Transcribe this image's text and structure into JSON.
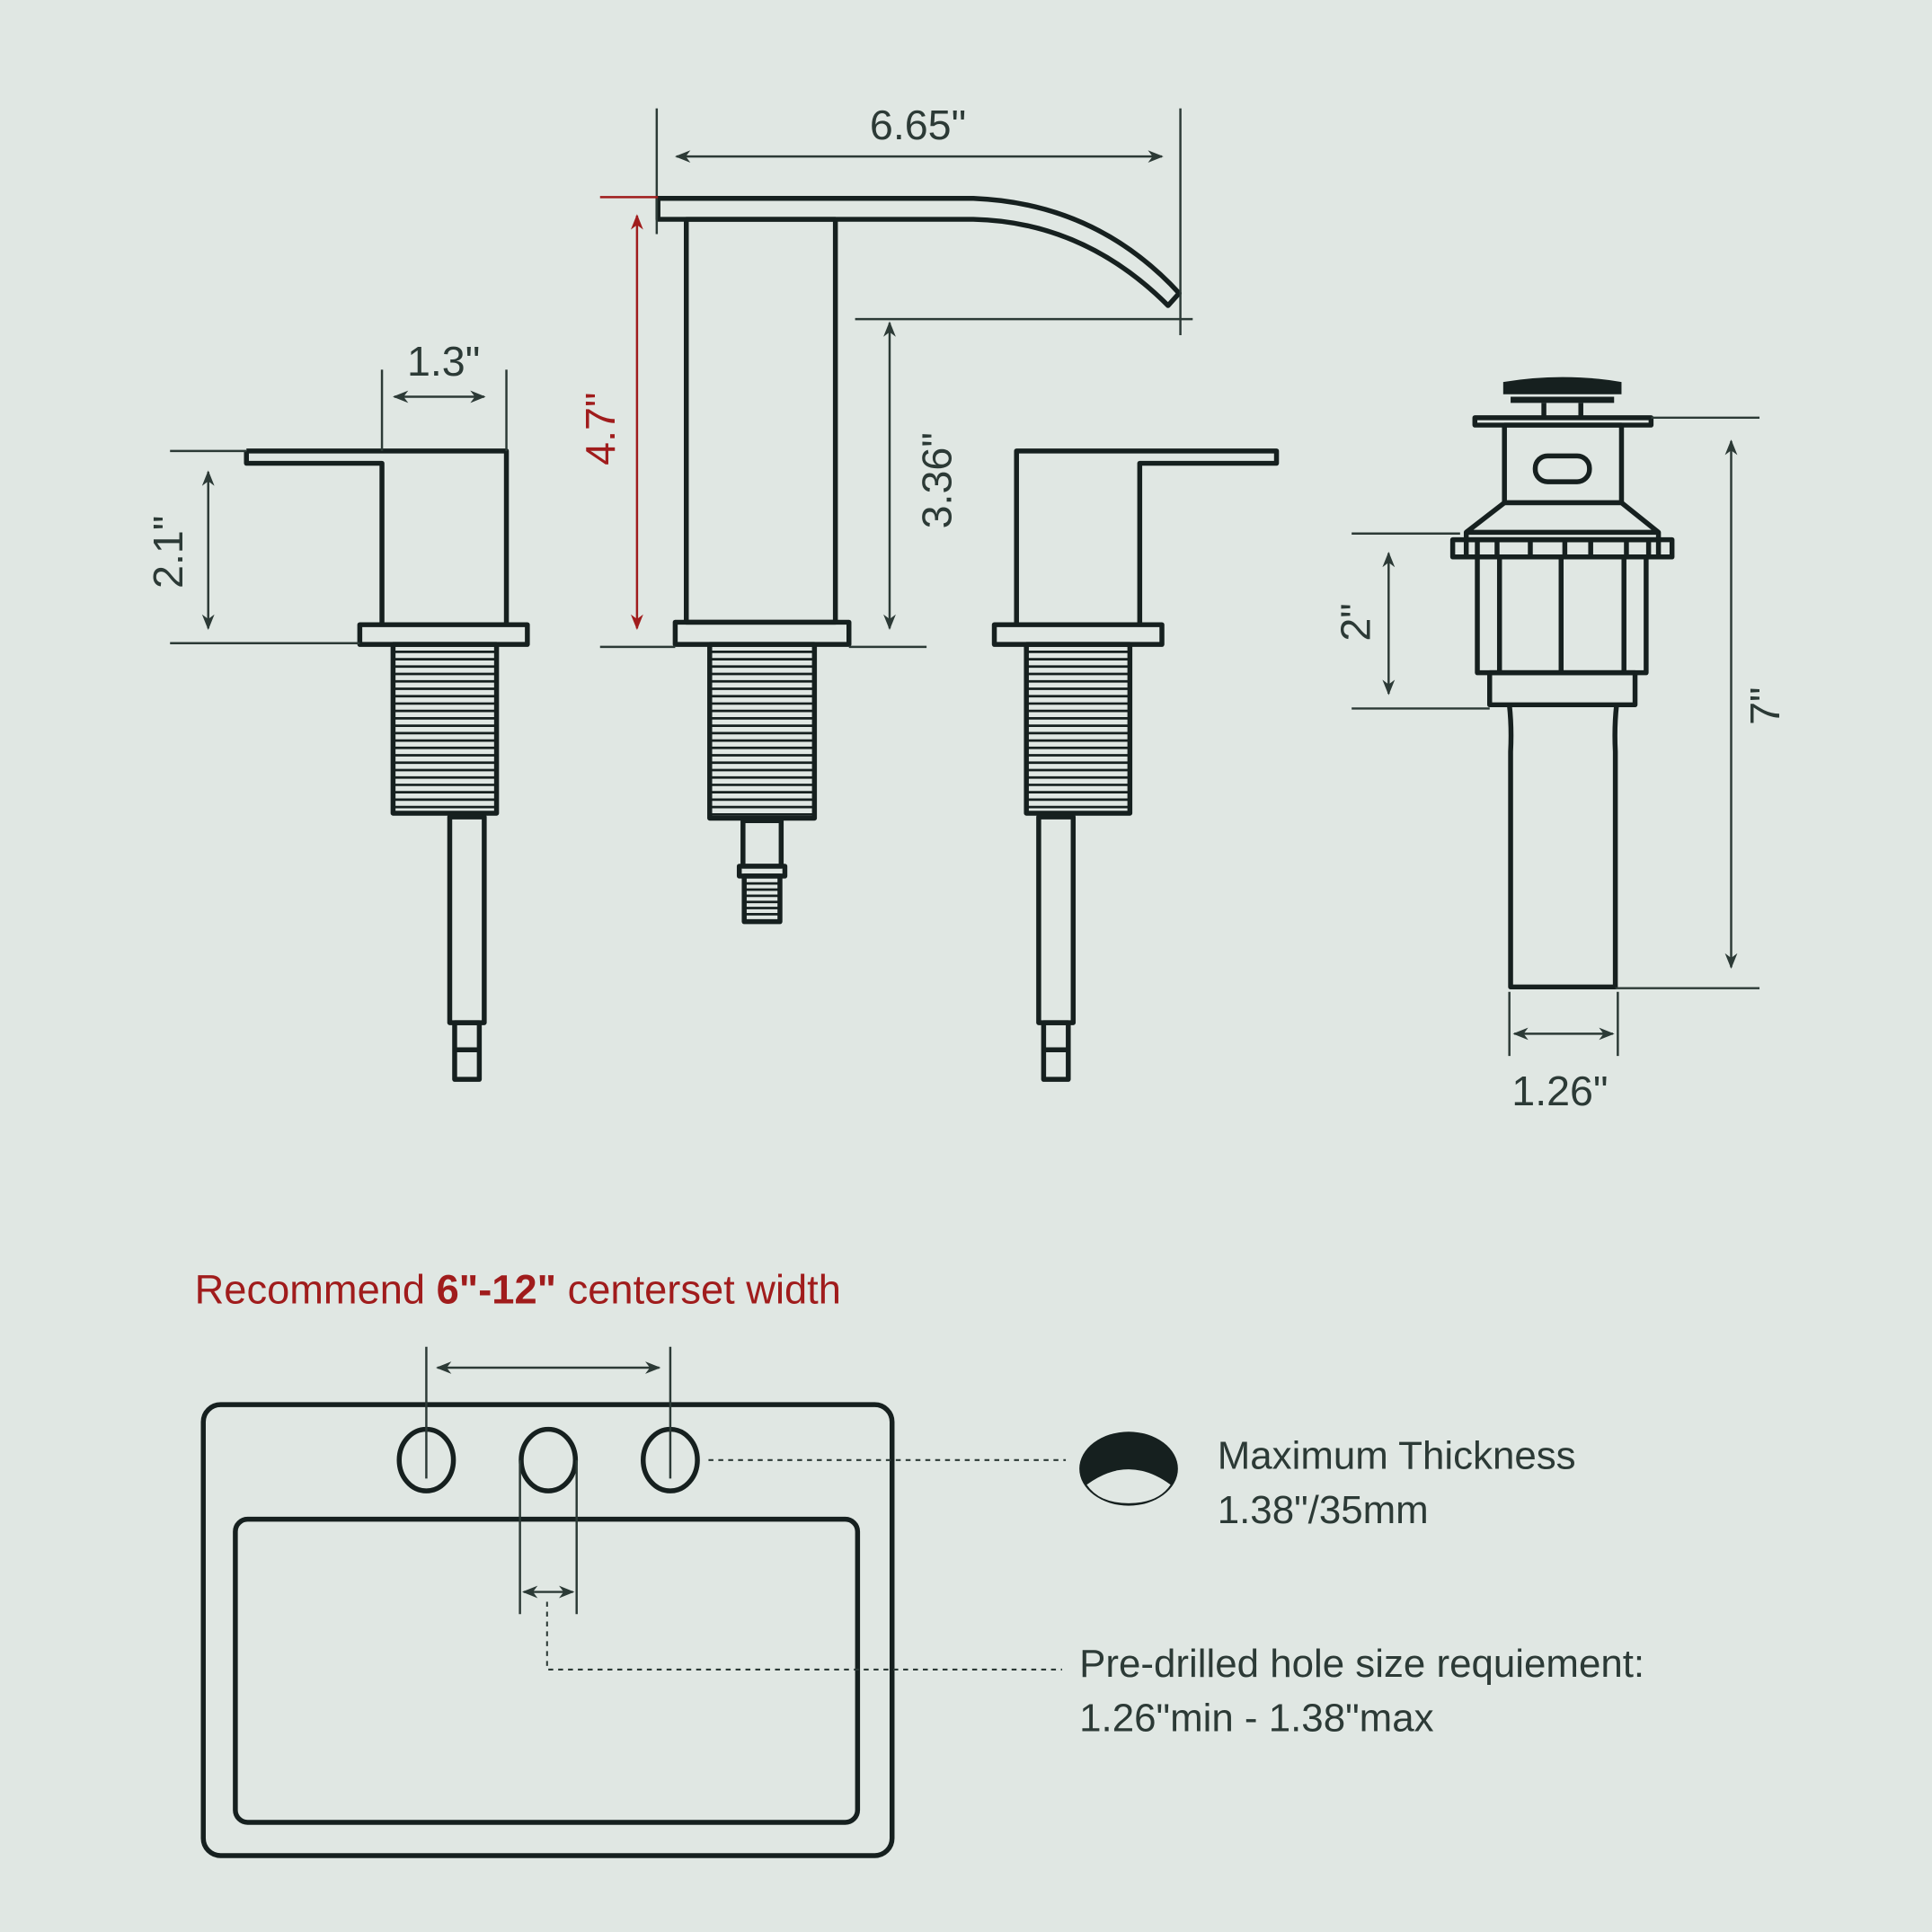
{
  "dimensions": {
    "handle_width": "1.3\"",
    "handle_height": "2.1\"",
    "spout_reach": "6.65\"",
    "faucet_height": "4.7\"",
    "spout_height": "3.36\"",
    "drain_height": "7\"",
    "drain_flange_height": "2\"",
    "drain_diameter": "1.26\""
  },
  "recommendation": {
    "prefix": "Recommend ",
    "range": "6\"-12\"",
    "suffix": " centerset width"
  },
  "thickness": {
    "title": "Maximum Thickness",
    "value": "1.38\"/35mm"
  },
  "hole_size": {
    "title": "Pre-drilled hole size requiement:",
    "value": "1.26\"min - 1.38\"max"
  },
  "colors": {
    "background": "#e0e7e3",
    "line": "#16201f",
    "accent": "#a01c1c"
  }
}
